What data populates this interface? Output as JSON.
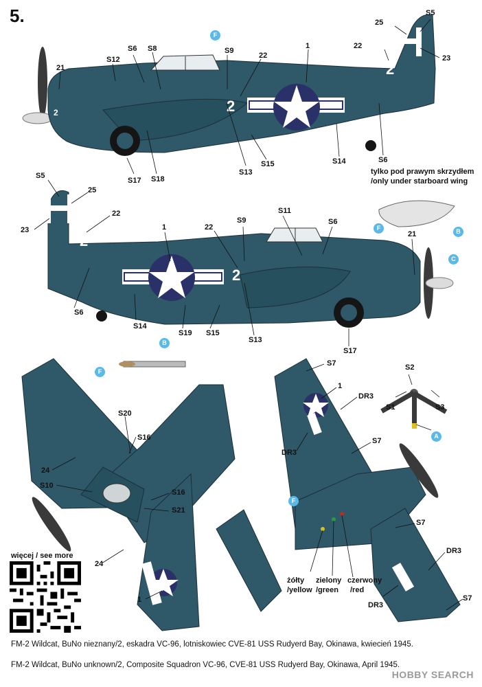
{
  "plate_number": "5.",
  "labels": {
    "side1": [
      "S5",
      "25",
      "22",
      "23",
      "2",
      "1",
      "S9",
      "22",
      "2",
      "S8",
      "S6",
      "S12",
      "21",
      "S17",
      "S18",
      "S13",
      "S15",
      "S14",
      "S6"
    ],
    "side2": [
      "S5",
      "25",
      "22",
      "23",
      "2",
      "S6",
      "S14",
      "S19",
      "S15",
      "S13",
      "S17",
      "1",
      "22",
      "S9",
      "S11",
      "S6",
      "21",
      "2"
    ],
    "bottom_left": [
      "S20",
      "S16",
      "24",
      "S10",
      "S16",
      "S21",
      "24",
      "1"
    ],
    "bottom_right": [
      "S7",
      "1",
      "DR3",
      "DR3",
      "S7",
      "S7",
      "DR3",
      "DR3",
      "S7"
    ],
    "prop": [
      "S2",
      "S1",
      "S3"
    ]
  },
  "badges": {
    "F": "F",
    "C": "C",
    "B": "B",
    "A": "A"
  },
  "notes": {
    "starboard_pl": "tylko pod prawym skrzydłem",
    "starboard_en": "/only under starboard wing",
    "yellow_pl": "żółty",
    "yellow_en": "/yellow",
    "green_pl": "zielony",
    "green_en": "/green",
    "red_pl": "czerwony",
    "red_en": "/red"
  },
  "qr_heading": "więcej / see more",
  "caption_pl": "FM-2 Wildcat, BuNo nieznany/2, eskadra VC-96, lotniskowiec CVE-81 USS Rudyerd Bay, Okinawa, kwiecień 1945.",
  "caption_en": "FM-2 Wildcat, BuNo unknown/2, Composite Squadron VC-96, CVE-81 USS Rudyerd Bay, Okinawa, April 1945.",
  "watermark": "HOBBY SEARCH",
  "colors": {
    "sea_blue": "#2f5868",
    "dark": "#1f3c48",
    "insignia_blue": "#2a3068",
    "badge": "#5cb8e6"
  }
}
